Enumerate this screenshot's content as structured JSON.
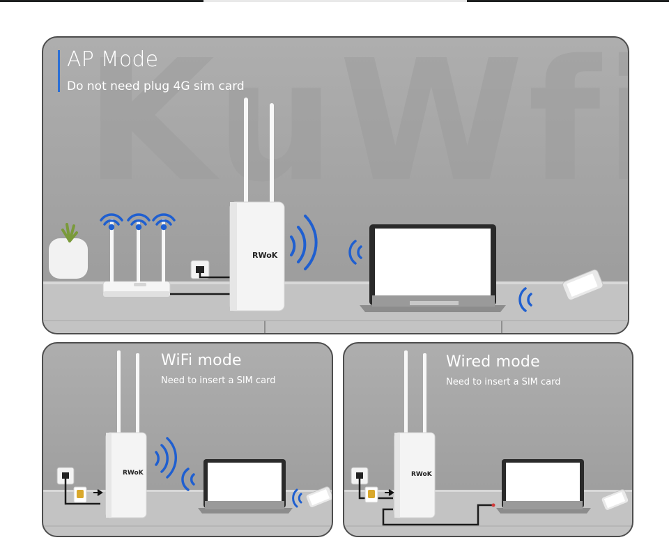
{
  "panels": {
    "ap": {
      "title": "AP Mode",
      "subtitle": "Do not need plug 4G sim card",
      "watermark": "KuWfi"
    },
    "wifi": {
      "title": "WiFi mode",
      "subtitle": "Need to insert a SIM card"
    },
    "wired": {
      "title": "Wired mode",
      "subtitle": "Need to insert a SIM card"
    }
  },
  "device": {
    "label": "RWoK"
  },
  "colors": {
    "accent": "#2a6fd6",
    "wave": "#1f5fd0",
    "panel_bg": "#a6a6a6",
    "cable": "#1b1b1b"
  }
}
